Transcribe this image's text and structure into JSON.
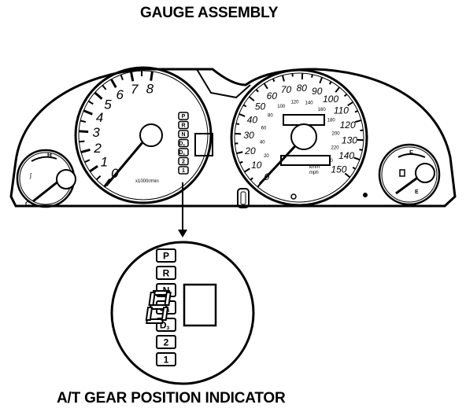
{
  "title": "GAUGE ASSEMBLY",
  "caption": "A/T GEAR POSITION INDICATOR",
  "tachometer": {
    "numbers": [
      "0",
      "1",
      "2",
      "3",
      "4",
      "5",
      "6",
      "7",
      "8"
    ],
    "unit": "x1000r/min"
  },
  "speedometer": {
    "mph_numbers": [
      "0",
      "10",
      "20",
      "30",
      "40",
      "50",
      "60",
      "70",
      "80",
      "90",
      "100",
      "110",
      "120",
      "130",
      "140",
      "150"
    ],
    "kmh_numbers": [
      "20",
      "40",
      "60",
      "80",
      "100",
      "120",
      "140",
      "160",
      "180",
      "200",
      "220",
      "240"
    ],
    "unit": "km/h\nmph"
  },
  "temperature_gauge": {
    "hot_label": "H",
    "cold_label": "C"
  },
  "fuel_gauge": {
    "full_label": "F",
    "empty_label": "E"
  },
  "gear_indicator": {
    "gears": [
      "P",
      "R",
      "N",
      "D4",
      "D3",
      "2",
      "1"
    ],
    "digit": "8"
  },
  "colors": {
    "ink": "#000000",
    "background": "#ffffff"
  }
}
